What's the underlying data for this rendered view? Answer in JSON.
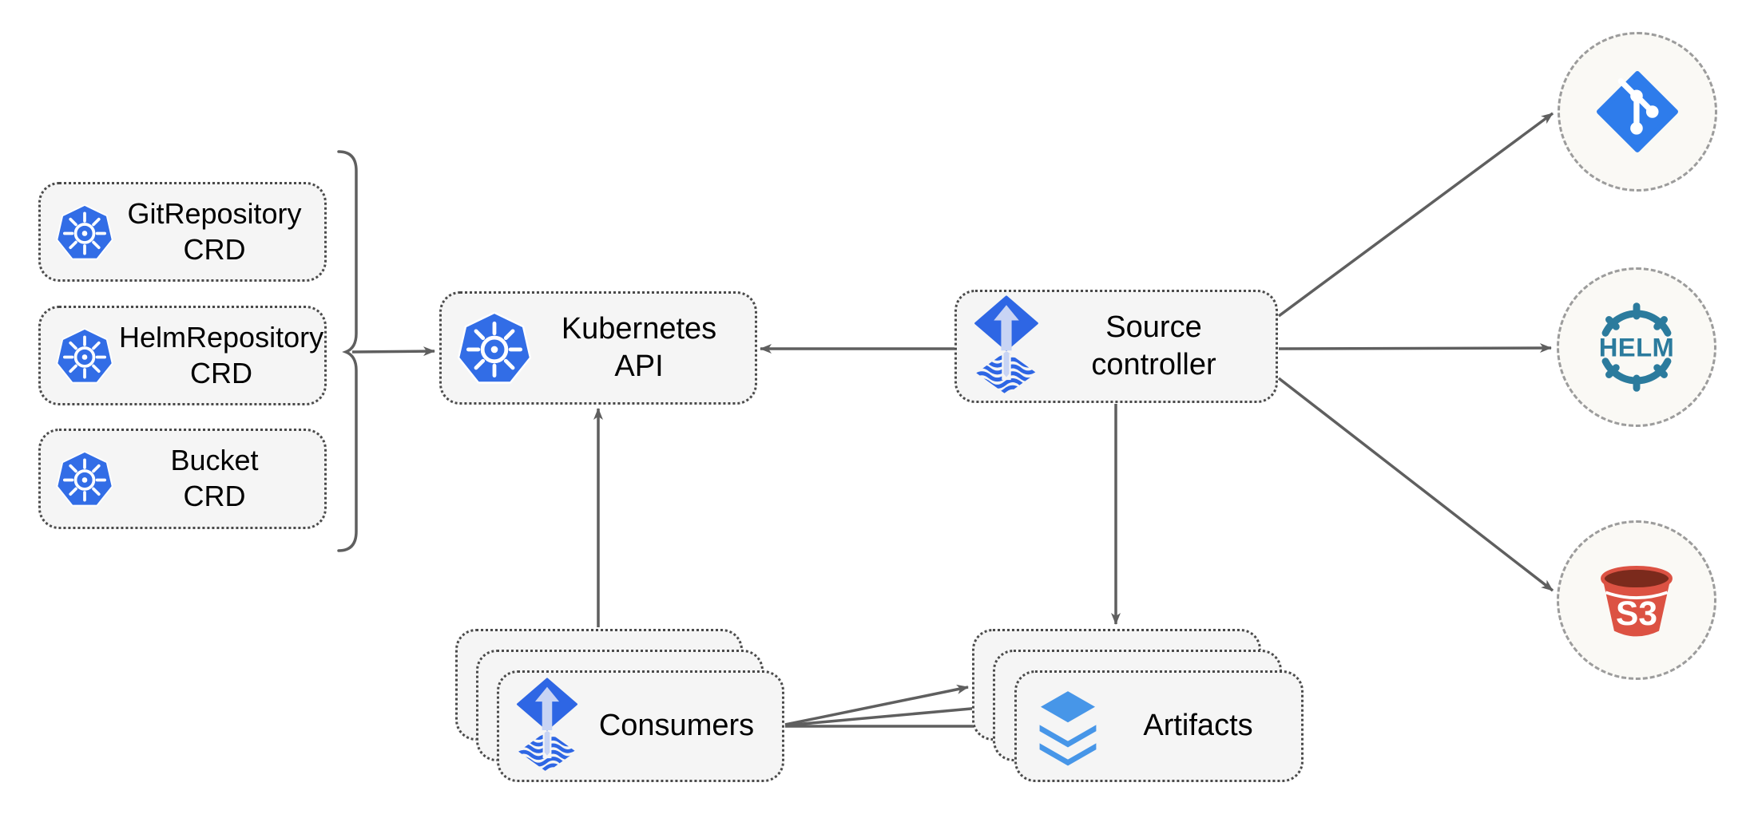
{
  "crd_group": {
    "items": [
      {
        "name": "GitRepository CRD",
        "line1": "GitRepository",
        "line2": "CRD",
        "icon": "kubernetes-icon"
      },
      {
        "name": "HelmRepository CRD",
        "line1": "HelmRepository",
        "line2": "CRD",
        "icon": "kubernetes-icon"
      },
      {
        "name": "Bucket CRD",
        "line1": "Bucket",
        "line2": "CRD",
        "icon": "kubernetes-icon"
      }
    ]
  },
  "nodes": {
    "kubernetes_api": {
      "label": "Kubernetes API",
      "icon": "kubernetes-icon"
    },
    "source_controller": {
      "line1": "Source",
      "line2": "controller",
      "icon": "flux-icon"
    },
    "consumers": {
      "label": "Consumers",
      "icon": "flux-icon",
      "stacked_count": 3
    },
    "artifacts": {
      "label": "Artifacts",
      "icon": "layers-icon",
      "stacked_count": 3
    }
  },
  "external_targets": [
    {
      "name": "git-repository",
      "icon": "git-icon",
      "label": ""
    },
    {
      "name": "helm-repository",
      "icon": "helm-icon",
      "label": "HELM"
    },
    {
      "name": "s3-bucket",
      "icon": "s3-bucket-icon",
      "label": "S3"
    }
  ],
  "colors": {
    "kubernetes_blue": "#326de6",
    "flux_blue": "#2e66e4",
    "flux_arrow_light": "#c8d4f4",
    "git_blue": "#2e7ceb",
    "helm_teal": "#2b7b9d",
    "s3_red": "#dc5243",
    "s3_dark_top": "#7b2a1c",
    "layers_blue": "#4796e8",
    "connector_gray": "#5f5f5f",
    "node_fill": "#f5f5f5",
    "node_border": "#4a4a4a",
    "circle_fill": "#faf9f5",
    "circle_border": "#9c9c9c"
  }
}
